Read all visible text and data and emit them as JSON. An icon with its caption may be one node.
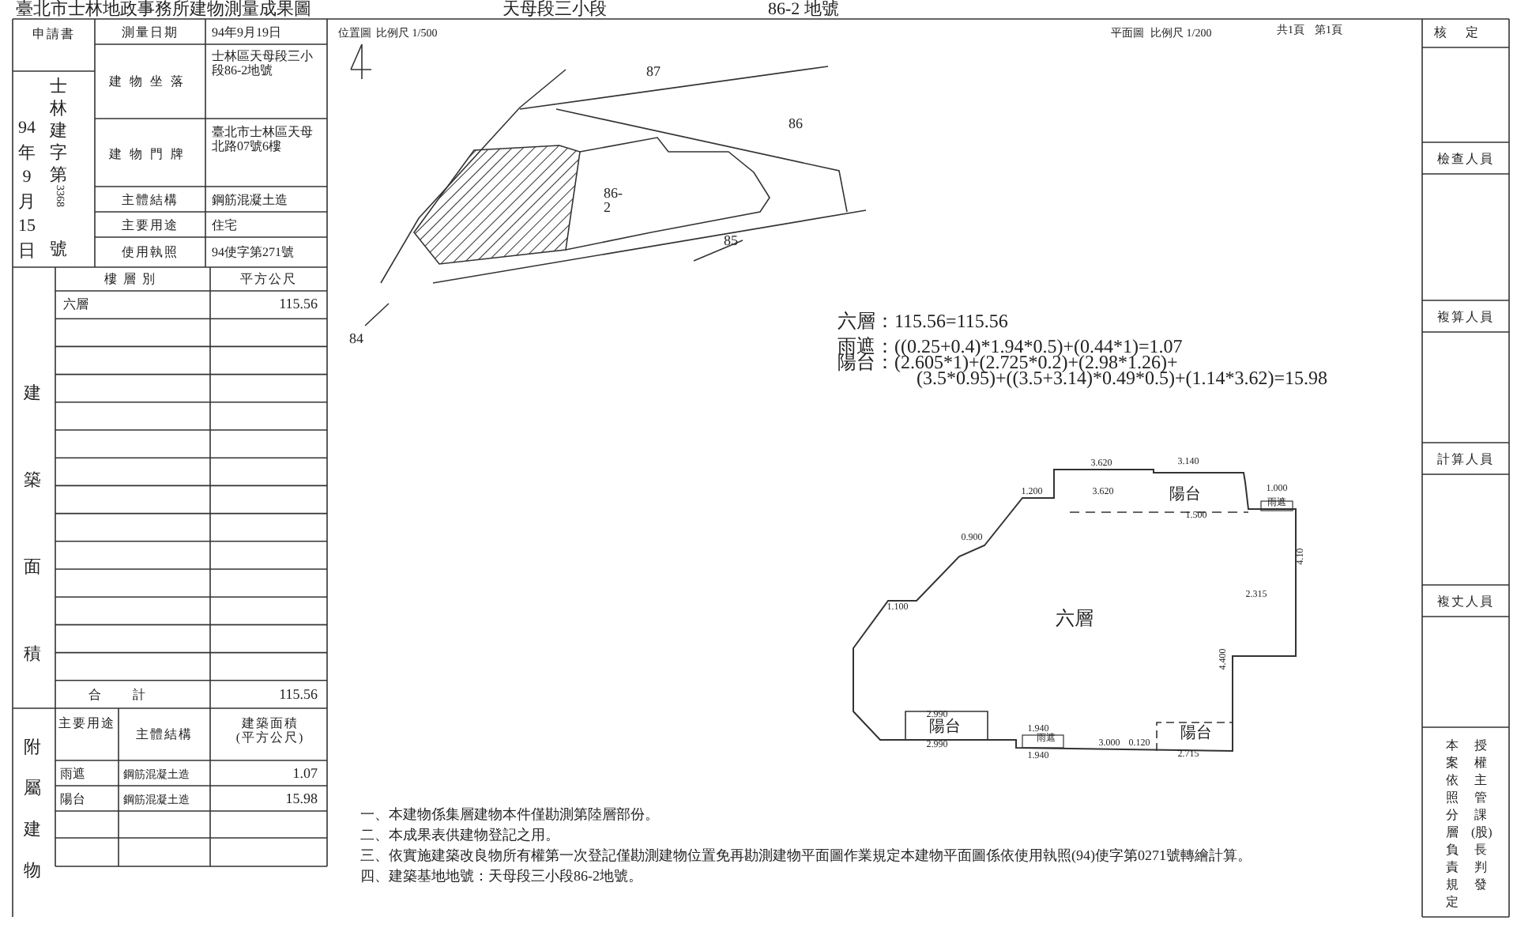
{
  "diagram": {
    "title": "臺北市士林地政事務所建物測量成果圖",
    "labels": [
      "天母段三小段",
      "86-2 地號",
      "申請書",
      "94年9月15日",
      "士林建字第",
      "3368",
      "號",
      "測量日期",
      "94年9月19日",
      "建物坐落",
      "士林區天母段三小段86-2地號",
      "建物門牌",
      "臺北市士林區天母北路07號6樓",
      "主體結構",
      "鋼筋混凝土造",
      "主要用途",
      "住宅",
      "使用執照",
      "94使字第271號",
      "建築面積",
      "樓層別",
      "平方公尺",
      "六層",
      "115.56",
      "合計",
      "115.56",
      "附屬建物",
      "主要用途",
      "主體結構",
      "建築面積(平方公尺)",
      "雨遮",
      "鋼筋混凝土造",
      "1.07",
      "陽台",
      "鋼筋混凝土造",
      "15.98",
      "位置圖",
      "比例尺 1/500",
      "87",
      "86",
      "86-2",
      "85",
      "84",
      "平面圖",
      "比例尺 1/200",
      "共1頁",
      "第1頁",
      "核定",
      "檢查人員",
      "複算人員",
      "計算人員",
      "複丈人員",
      "本案依照分層負責規定",
      "授權主管課(股)長判發",
      "六層：115.56=115.56",
      "雨遮：((0.25+0.4)*1.94*0.5)+(0.44*1)=1.07",
      "陽台：(2.605*1)+(2.725*0.2)+(2.98*1.26)+",
      "(3.5*0.95)+((3.5+3.14)*0.49*0.5)+(1.14*3.62)=15.98",
      "六層",
      "陽台",
      "雨遮",
      "陽台",
      "雨遮",
      "陽台",
      "3.620",
      "3.140",
      "1.200",
      "3.620",
      "1.500",
      "1.000",
      "0.900",
      "1.100",
      "2.315",
      "4.10",
      "4.400",
      "2.990",
      "2.990",
      "1.940",
      "1.940",
      "3.000",
      "0.120",
      "2.715",
      "一、本建物係集層建物本件僅勘測第陸層部份。",
      "二、本成果表供建物登記之用。",
      "三、依實施建築改良物所有權第一次登記僅勘測建物位置免再勘測建物平面圖作業規定本建物平面圖係依使用執照(94)使字第0271號轉繪計算。",
      "四、建築基地地號：天母段三小段86-2地號。"
    ]
  }
}
